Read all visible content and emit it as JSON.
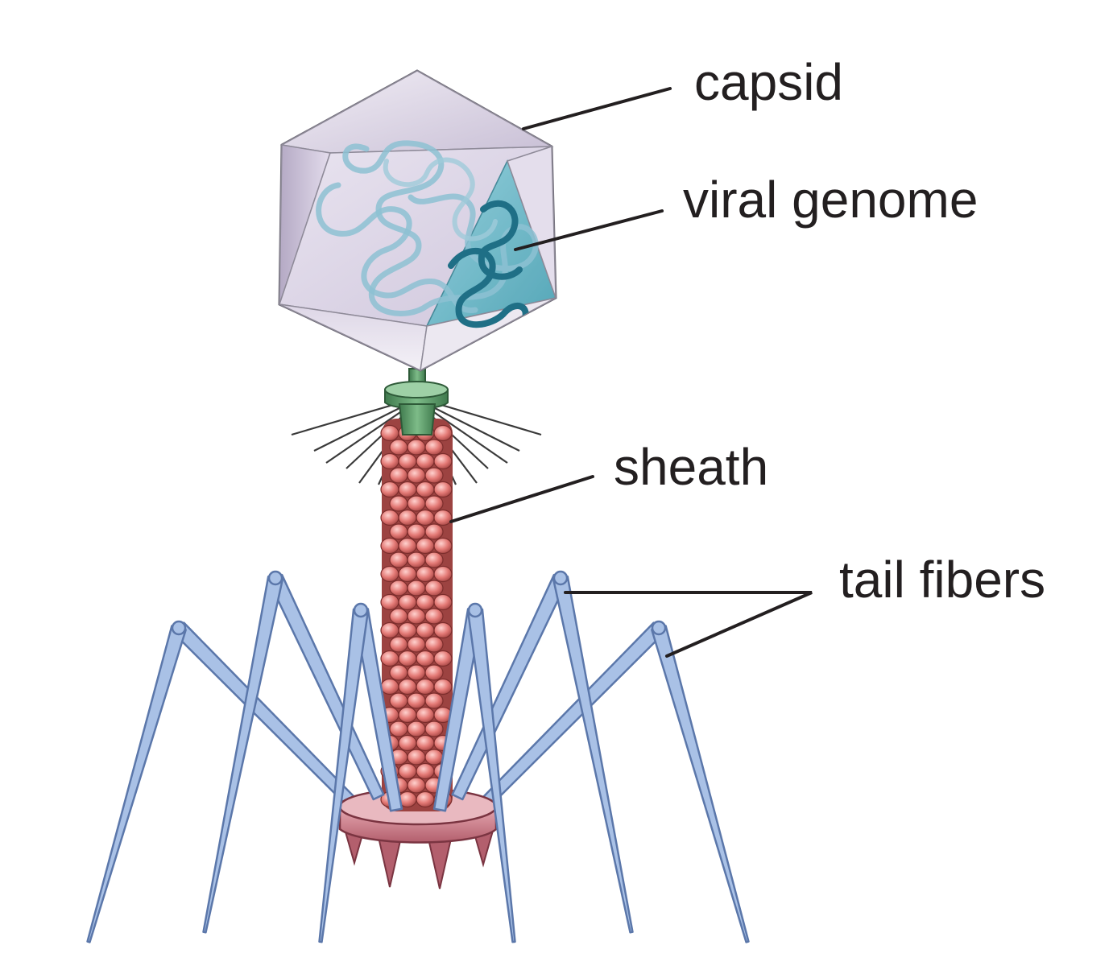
{
  "diagram": {
    "labels": {
      "capsid": "capsid",
      "viral_genome": "viral genome",
      "sheath": "sheath",
      "tail_fibers": "tail fibers"
    },
    "colors": {
      "capsid_fill": "#d8d0e2",
      "capsid_outline": "#6d6a75",
      "genome": "#5aa6bd",
      "collar": "#5c9a68",
      "sheath_bead": "#e07a78",
      "tail_fiber": "#a9c1e6",
      "baseplate": "#d2848f",
      "leader_line": "#231f20"
    }
  }
}
